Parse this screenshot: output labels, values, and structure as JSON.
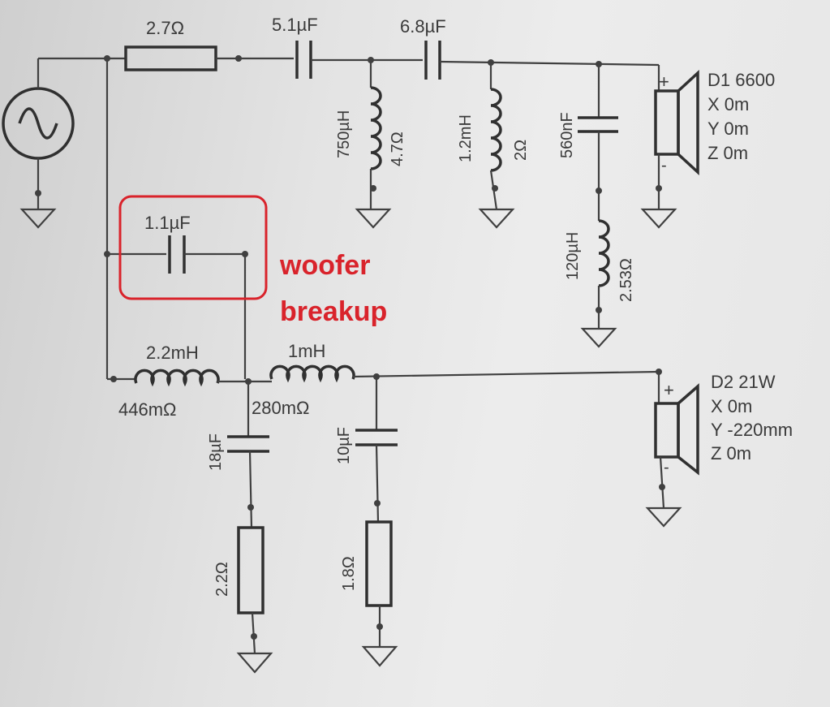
{
  "annotation": {
    "text_line1": "woofer",
    "text_line2": "breakup",
    "color": "#d9232b"
  },
  "components": {
    "r_series": "2.7Ω",
    "c_series1": "5.1µF",
    "c_series2": "6.8µF",
    "l_shunt1": "750µH",
    "l_shunt1_r": "4.7Ω",
    "l_shunt2": "1.2mH",
    "l_shunt2_r": "2Ω",
    "c_shunt3": "560nF",
    "l_shunt3": "120µH",
    "l_shunt3_r": "2.53Ω",
    "c_breakup": "1.1µF",
    "l_wf1": "2.2mH",
    "l_wf1_r": "446mΩ",
    "l_wf2": "1mH",
    "l_wf2_r": "280mΩ",
    "c_wf_shunt1": "18µF",
    "r_wf_shunt1": "2.2Ω",
    "c_wf_shunt2": "10µF",
    "r_wf_shunt2": "1.8Ω"
  },
  "drivers": {
    "d1": {
      "name": "D1 6600",
      "x": "X 0m",
      "y": "Y 0m",
      "z": "Z 0m",
      "plus": "+",
      "minus": "-"
    },
    "d2": {
      "name": "D2 21W",
      "x": "X 0m",
      "y": "Y -220mm",
      "z": "Z 0m",
      "plus": "+",
      "minus": "-"
    }
  }
}
